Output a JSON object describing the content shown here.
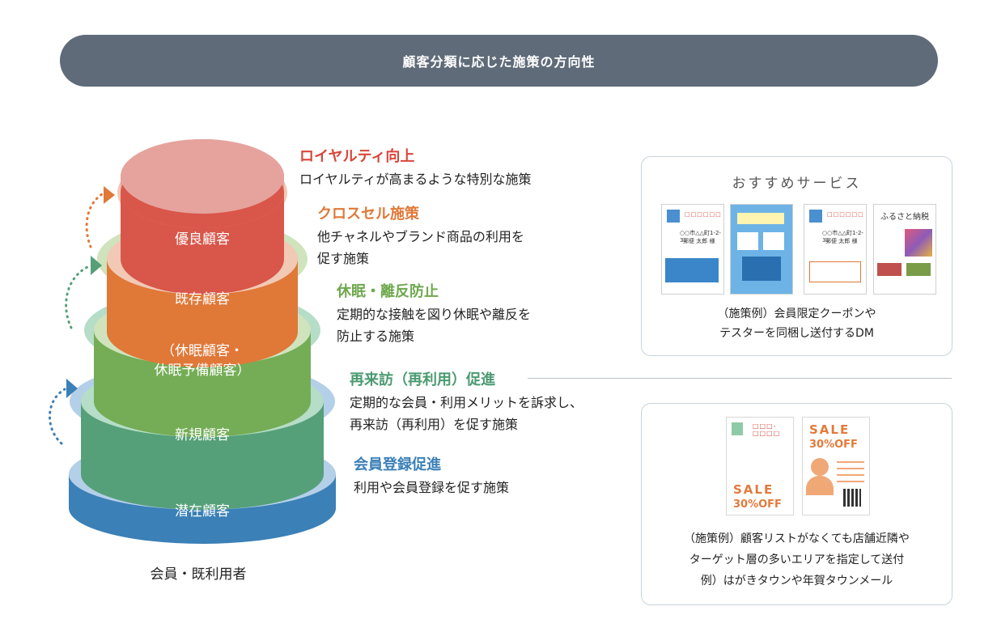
{
  "header": {
    "title": "顧客分類に応じた施策の方向性"
  },
  "pyramid": {
    "tiers": [
      {
        "label": "優良顧客",
        "color": "#d9564a",
        "top_color": "#e6a39d",
        "ring_color": "#f1c9b5"
      },
      {
        "label": "既存顧客",
        "color": "#e07838",
        "top_color": "#f1c9b5",
        "ring_color": "#cfe3bd"
      },
      {
        "label": "（休眠顧客・\n休眠予備顧客）",
        "color": "#74ad55",
        "top_color": "#cfe3bd",
        "ring_color": "#b5ddc7"
      },
      {
        "label": "新規顧客",
        "color": "#55a079",
        "top_color": "#b5ddc7",
        "ring_color": "#b4cfe8"
      },
      {
        "label": "潜在顧客",
        "color": "#3b80b7",
        "top_color": "#b4cfe8",
        "ring_color": "#b4cfe8"
      }
    ],
    "base_caption": "会員・既利用者"
  },
  "measures": [
    {
      "title": "ロイヤルティ向上",
      "desc": "ロイヤルティが高まるような特別な施策",
      "color": "#d9463a"
    },
    {
      "title": "クロスセル施策",
      "desc": "他チャネルやブランド商品の利用を\n促す施策",
      "color": "#e07838"
    },
    {
      "title": "休眠・離反防止",
      "desc": "定期的な接触を図り休眠や離反を\n防止する施策",
      "color": "#6fa84e"
    },
    {
      "title": "再来訪（再利用）促進",
      "desc": "定期的な会員・利用メリットを訴求し、\n再来訪（再利用）を促す施策",
      "color": "#4a9a70"
    },
    {
      "title": "会員登録促進",
      "desc": "利用や会員登録を促す施策",
      "color": "#3b80b7"
    }
  ],
  "services": {
    "title": "おすすめサービス",
    "card1_caption": "（施策例）会員限定クーポンや\nテスターを同梱し送付するDM",
    "card2_caption": "（施策例）顧客リストがなくても店舗近隣や\nターゲット層の多いエリアを指定して送付\n例）はがきタウンや年賀タウンメール",
    "thumb_texts": {
      "furusato": "ふるさと納税",
      "sale": "SALE",
      "off": "30%OFF",
      "postal_code": "□□□-□□□□",
      "stamp_code": "□□□□□□",
      "address": "○○市△△町1-2-3",
      "recipient": "郵便 太郎 様"
    },
    "accent_color": "#e27a3b"
  }
}
